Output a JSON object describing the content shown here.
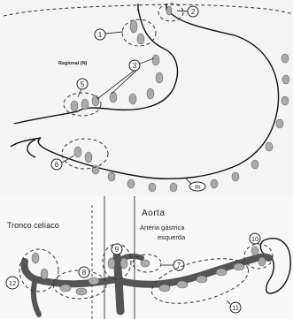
{
  "top_panel": {
    "regional_label": "Regional (N)",
    "station_numbers": [
      "1",
      "2",
      "3",
      "5",
      "6",
      "4b"
    ]
  },
  "bottom_panel": {
    "label_tronco": "Tronco celíaco",
    "label_aorta": "Aorta",
    "label_arteria_line1": "Artéria gástrica",
    "label_arteria_line2": "esquerda",
    "station_numbers": [
      "12",
      "8",
      "9",
      "7",
      "10",
      "11"
    ]
  },
  "colors": {
    "background": "#f4f4f4",
    "vessel": "#555555",
    "node_fill": "#aaaaaa"
  }
}
